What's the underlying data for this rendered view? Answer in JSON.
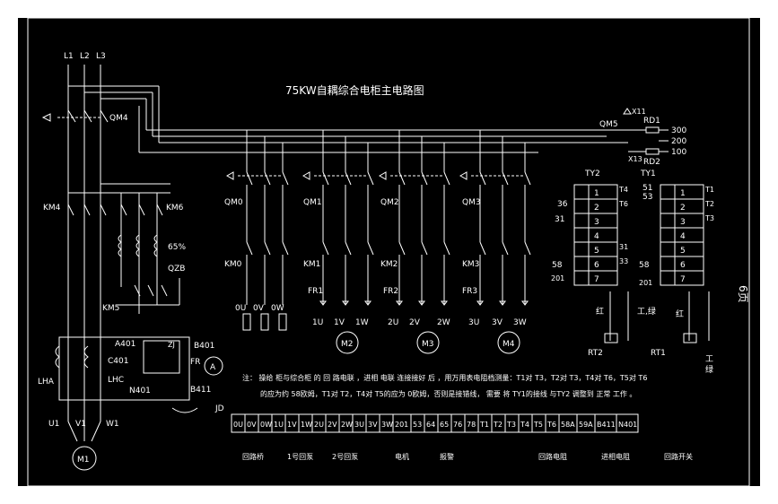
{
  "title": "75KW自耦综合电柜主电路图",
  "page_label": "6页",
  "phases": [
    "L1",
    "L2",
    "L3"
  ],
  "labels": {
    "qm4": "QM4",
    "km4": "KM4",
    "km6": "KM6",
    "km5": "KM5",
    "pct": "65%",
    "qzb": "QZB",
    "a401": "A401",
    "b401": "B401",
    "c401": "C401",
    "n401": "N401",
    "b411": "B411",
    "lha": "LHA",
    "lhc": "LHC",
    "zj": "ZJ",
    "fr": "FR",
    "ammeter": "A",
    "jd": "JD",
    "u1": "U1",
    "v1": "V1",
    "w1": "W1",
    "m1": "M1",
    "qm0": "QM0",
    "qm1": "QM1",
    "qm2": "QM2",
    "qm3": "QM3",
    "km0": "KM0",
    "km1": "KM1",
    "km2": "KM2",
    "km3": "KM3",
    "fr1": "FR1",
    "fr2": "FR2",
    "fr3": "FR3",
    "ou": "0U",
    "ov": "0V",
    "ow": "0W",
    "u1b": "1U",
    "v1b": "1V",
    "w1b": "1W",
    "u2": "2U",
    "v2": "2V",
    "w2": "2W",
    "u3": "3U",
    "v3": "3V",
    "w3": "3W",
    "m2": "M2",
    "m3": "M3",
    "m4": "M4",
    "qm5": "QM5",
    "x11": "X11",
    "x13": "X13",
    "rd1": "RD1",
    "rd2": "RD2",
    "v300": "300",
    "v200": "200",
    "v100": "100",
    "ty2": "TY2",
    "ty1": "TY1",
    "rt2": "RT2",
    "rt1": "RT1",
    "t36": "36",
    "t31": "31",
    "t58": "58",
    "t201": "201",
    "t51": "51",
    "t53": "53",
    "t58b": "58",
    "t201b": "201",
    "red1": "红",
    "green1": "工,绿",
    "red2": "红",
    "green2a": "工",
    "green2b": "绿"
  },
  "ty2_rows": [
    [
      "1",
      "T4"
    ],
    [
      "2",
      "T6"
    ],
    [
      "3",
      ""
    ],
    [
      "4",
      ""
    ],
    [
      "5",
      "31"
    ],
    [
      "6",
      "33"
    ],
    [
      "7",
      ""
    ]
  ],
  "ty2_right": [
    "T4",
    "T6",
    "31",
    "33"
  ],
  "ty1_rows": [
    [
      "1",
      "T1"
    ],
    [
      "2",
      "T2"
    ],
    [
      "3",
      "T3"
    ],
    [
      "4",
      ""
    ],
    [
      "5",
      ""
    ],
    [
      "6",
      ""
    ],
    [
      "7",
      ""
    ]
  ],
  "ty1_right": [
    "T1",
    "T2",
    "T3"
  ],
  "note_line1": "注：  操给 柜与综合柜 的 回 路电联 ，进相 电联 连接接好 后 ，用万用表电阻档测量：T1对 T3，T2对 T3，T4对 T6，T5对 T6",
  "note_line2": "的应为约 58欧姆，T1对 T2，T4对 T5的应为 0欧姆，否则是接错线，  需要 将 TY1的接线 与TY2 调整到 正常 工作 。",
  "terminals": [
    "0U",
    "0V",
    "0W",
    "1U",
    "1V",
    "1W",
    "2U",
    "2V",
    "2W",
    "3U",
    "3V",
    "3W",
    "201",
    "53",
    "64",
    "65",
    "76",
    "78",
    "T1",
    "T2",
    "T3",
    "T4",
    "T5",
    "T6",
    "58A",
    "59A",
    "B411",
    "N401"
  ],
  "groups": [
    "回路桥",
    "1号回泵",
    "2号回泵",
    "电机",
    "报警",
    "回路电阻",
    "进相电阻",
    "回路开关"
  ]
}
